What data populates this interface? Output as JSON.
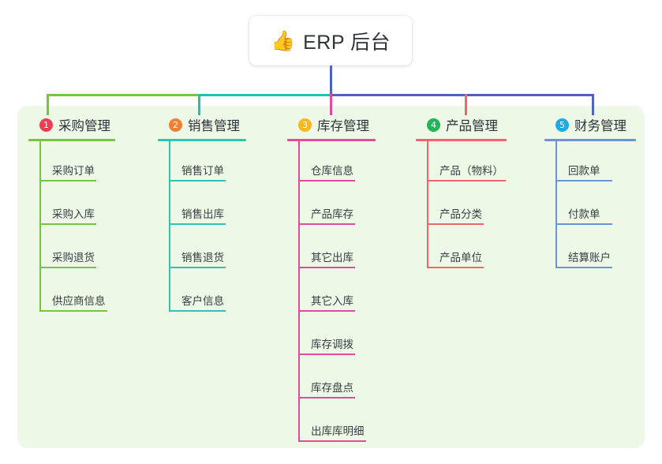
{
  "root": {
    "icon": "thumbs-up-icon",
    "icon_glyph": "👍",
    "title": "ERP 后台"
  },
  "palette": {
    "panel_bg": "#edf8e7",
    "page_bg": "#ffffff",
    "trunk_line": "#4f61c4",
    "text": "#2f3238"
  },
  "connectors": {
    "trunk_color": "#4f61c4",
    "segments": [
      {
        "name": "segment-green",
        "color": "#7cc242"
      },
      {
        "name": "segment-teal",
        "color": "#18c5b5"
      },
      {
        "name": "segment-blue",
        "color": "#4f61c4"
      }
    ],
    "drops": [
      {
        "name": "drop-col-1",
        "color": "#7cc242"
      },
      {
        "name": "drop-col-2",
        "color": "#18c5b5"
      },
      {
        "name": "drop-col-3",
        "color": "#e5499a"
      },
      {
        "name": "drop-col-4",
        "color": "#f4626b"
      },
      {
        "name": "drop-col-5",
        "color": "#4f61c4"
      }
    ]
  },
  "columns": [
    {
      "index": "1",
      "title": "采购管理",
      "badge_color": "#ef3e52",
      "line_color": "#7cc242",
      "items": [
        {
          "label": "采购订单"
        },
        {
          "label": "采购入库"
        },
        {
          "label": "采购退货"
        },
        {
          "label": "供应商信息"
        }
      ]
    },
    {
      "index": "2",
      "title": "销售管理",
      "badge_color": "#f08134",
      "line_color": "#2ec4b0",
      "items": [
        {
          "label": "销售订单"
        },
        {
          "label": "销售出库"
        },
        {
          "label": "销售退货"
        },
        {
          "label": "客户信息"
        }
      ]
    },
    {
      "index": "3",
      "title": "库存管理",
      "badge_color": "#f6b81c",
      "line_color": "#e5499a",
      "items": [
        {
          "label": "仓库信息"
        },
        {
          "label": "产品库存"
        },
        {
          "label": "其它出库"
        },
        {
          "label": "其它入库"
        },
        {
          "label": "库存调拨"
        },
        {
          "label": "库存盘点"
        },
        {
          "label": "出库库明细"
        }
      ]
    },
    {
      "index": "4",
      "title": "产品管理",
      "badge_color": "#23b457",
      "line_color": "#f4626b",
      "items": [
        {
          "label": "产品（物料）"
        },
        {
          "label": "产品分类"
        },
        {
          "label": "产品单位"
        }
      ]
    },
    {
      "index": "5",
      "title": "财务管理",
      "badge_color": "#1eabe3",
      "line_color": "#6d92d8",
      "items": [
        {
          "label": "回款单"
        },
        {
          "label": "付款单"
        },
        {
          "label": "结算账户"
        }
      ]
    }
  ]
}
